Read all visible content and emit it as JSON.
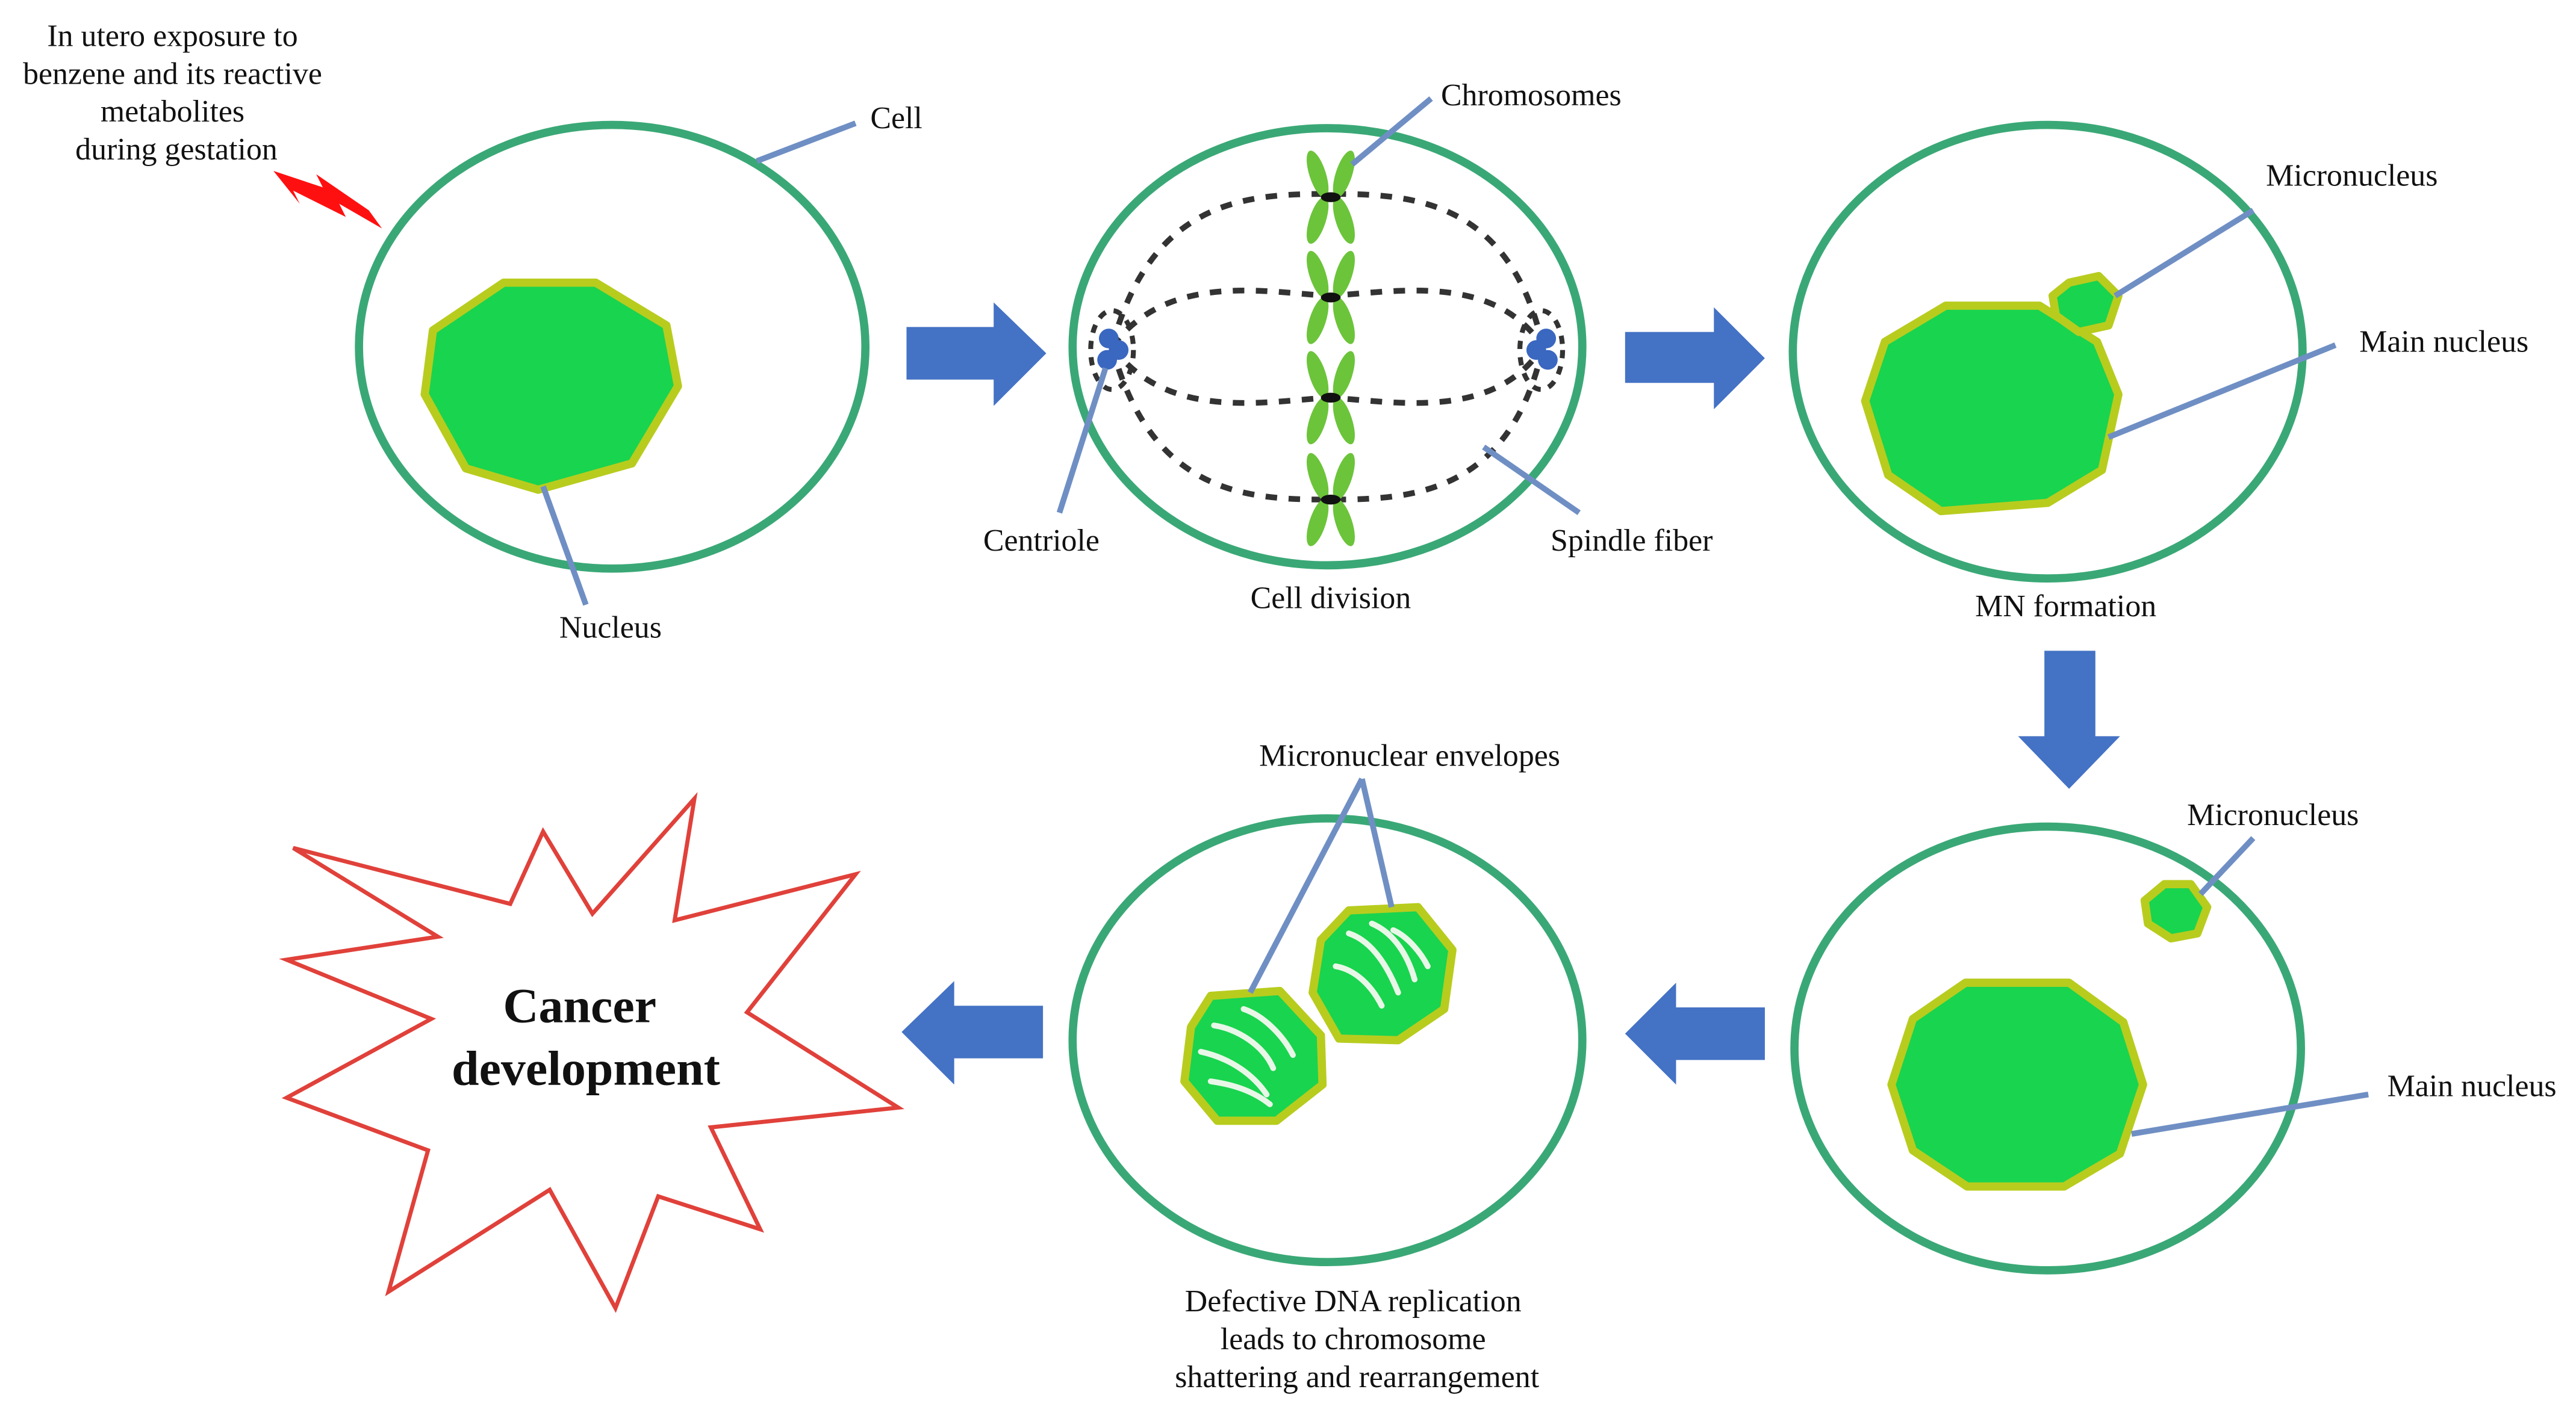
{
  "labels": {
    "exposure": [
      "In utero exposure to",
      "benzene and its reactive",
      "metabolites",
      "during gestation"
    ],
    "cell": "Cell",
    "nucleus": "Nucleus",
    "chromosomes": "Chromosomes",
    "centriole": "Centriole",
    "spindle_fiber": "Spindle fiber",
    "cell_division": "Cell division",
    "micronucleus_top": "Micronucleus",
    "main_nucleus_top": "Main nucleus",
    "mn_formation": "MN formation",
    "micronucleus_bottom": "Micronucleus",
    "main_nucleus_bottom": "Main nucleus",
    "micronuclear_envelopes": "Micronuclear envelopes",
    "defective_dna": [
      "Defective DNA replication",
      "leads to chromosome",
      "shattering and rearrangement"
    ],
    "cancer": [
      "Cancer",
      "development"
    ]
  },
  "colors": {
    "nucleus": "#19d44e",
    "cell_outline": "#3aa876",
    "arrow": "#4472c4",
    "lightning": "#ff0000",
    "starburst": "#e0413a"
  },
  "icons": [
    "lightning-bolt-icon",
    "starburst-icon",
    "flow-arrow-icon"
  ]
}
